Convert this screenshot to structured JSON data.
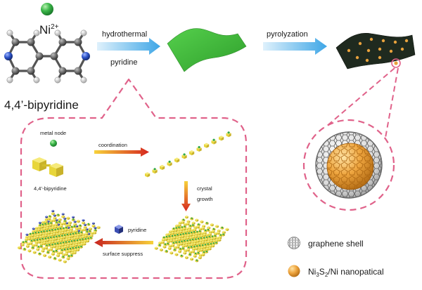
{
  "top": {
    "ion_base": "Ni",
    "ion_charge": "2+",
    "ligand_label": "4,4’-bipyridine",
    "step1_above": "hydrothermal",
    "step1_below": "pyridine",
    "step2_above": "pyrolyzation"
  },
  "inset": {
    "metal_node_label": "metal node",
    "bipyridine_label": "4,4’-bipyridine",
    "coordination_label": "coordination",
    "crystal_line1": "crystal",
    "crystal_line2": "growth",
    "pyridine_label": "pyridine",
    "surface_label": "surface suppress"
  },
  "legend": {
    "shell_label": "graphene shell",
    "np_a": "Ni",
    "np_sub1": "3",
    "np_b": "S",
    "np_sub2": "2",
    "np_c": "/Ni nanopatical"
  },
  "colors": {
    "sheet_green": "#3cb83a",
    "carbon_sheet": "#1f2a1f",
    "nanoparticle": "#e9a23c",
    "dashed_pink": "#e0628a",
    "arrow_blue": "#3ea6e6",
    "ni_green": "#2fa84a",
    "nitrogen_blue": "#2b52c7",
    "bipy_yellow": "#e8d63a"
  }
}
